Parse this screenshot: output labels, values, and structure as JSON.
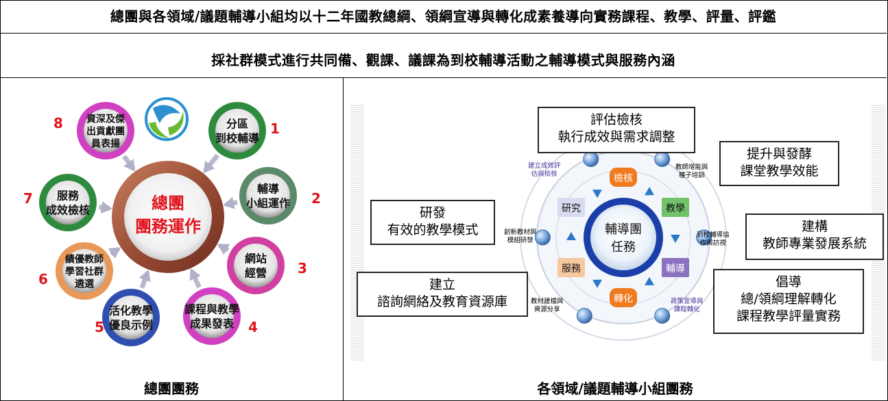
{
  "header": {
    "line1": "總團與各領域/議題輔導小組均以十二年國教總綱、領綱宣導與轉化成素養導向實務課程、教學、評量、評鑑",
    "line2": "採社群模式進行共同備、觀課、議課為到校輔導活動之輔導模式與服務內涵"
  },
  "left": {
    "caption": "總團團務",
    "center": [
      "總團",
      "團務運作"
    ],
    "items": [
      {
        "num": "1",
        "text": [
          "分區",
          "到校輔導"
        ],
        "color": "#2e8b3e"
      },
      {
        "num": "2",
        "text": [
          "輔導",
          "小組運作"
        ],
        "color": "#5a8a6a"
      },
      {
        "num": "3",
        "text": [
          "網站",
          "經營"
        ],
        "color": "#d040a0"
      },
      {
        "num": "4",
        "text": [
          "課程與教學",
          "成果發表"
        ],
        "color": "#d040c0"
      },
      {
        "num": "5",
        "text": [
          "活化教學",
          "優良示例"
        ],
        "color": "#2f4fb0"
      },
      {
        "num": "6",
        "text": [
          "績優教師",
          "學習社群",
          "遴選"
        ],
        "color": "#e89858"
      },
      {
        "num": "7",
        "text": [
          "服務",
          "成效檢核"
        ],
        "color": "#2e8b3e"
      },
      {
        "num": "8",
        "text": [
          "資深及傑",
          "出貢獻團",
          "員表揚"
        ],
        "color": "#d040c0"
      }
    ]
  },
  "right": {
    "caption": "各領域/議題輔導小組團務",
    "hub": [
      "輔導團",
      "任務"
    ],
    "segments": [
      "檢核",
      "教學",
      "輔導",
      "轉化",
      "服務",
      "研究"
    ],
    "side_notes": [
      [
        "建立成效評",
        "估與檢核"
      ],
      [
        "教師增能與",
        "種子培訓"
      ],
      [
        "到校輔導協",
        "作與訪視"
      ],
      [
        "政策宣導與",
        "課程轉化"
      ],
      [
        "教材建檔與",
        "資源分享"
      ],
      [
        "創新教材與",
        "模組研發"
      ]
    ],
    "boxes": {
      "top": [
        "評估檢核",
        "執行成效與需求調整"
      ],
      "top_right": [
        "提升與發酵",
        "課堂教學效能"
      ],
      "right": [
        "建構",
        "教師專業發展系統"
      ],
      "bottom_right": [
        "倡導",
        "總/領綱理解轉化",
        "課程教學評量實務"
      ],
      "bottom_left": [
        "建立",
        "諮詢網絡及教育資源庫"
      ],
      "left": [
        "研發",
        "有效的教學模式"
      ]
    }
  }
}
